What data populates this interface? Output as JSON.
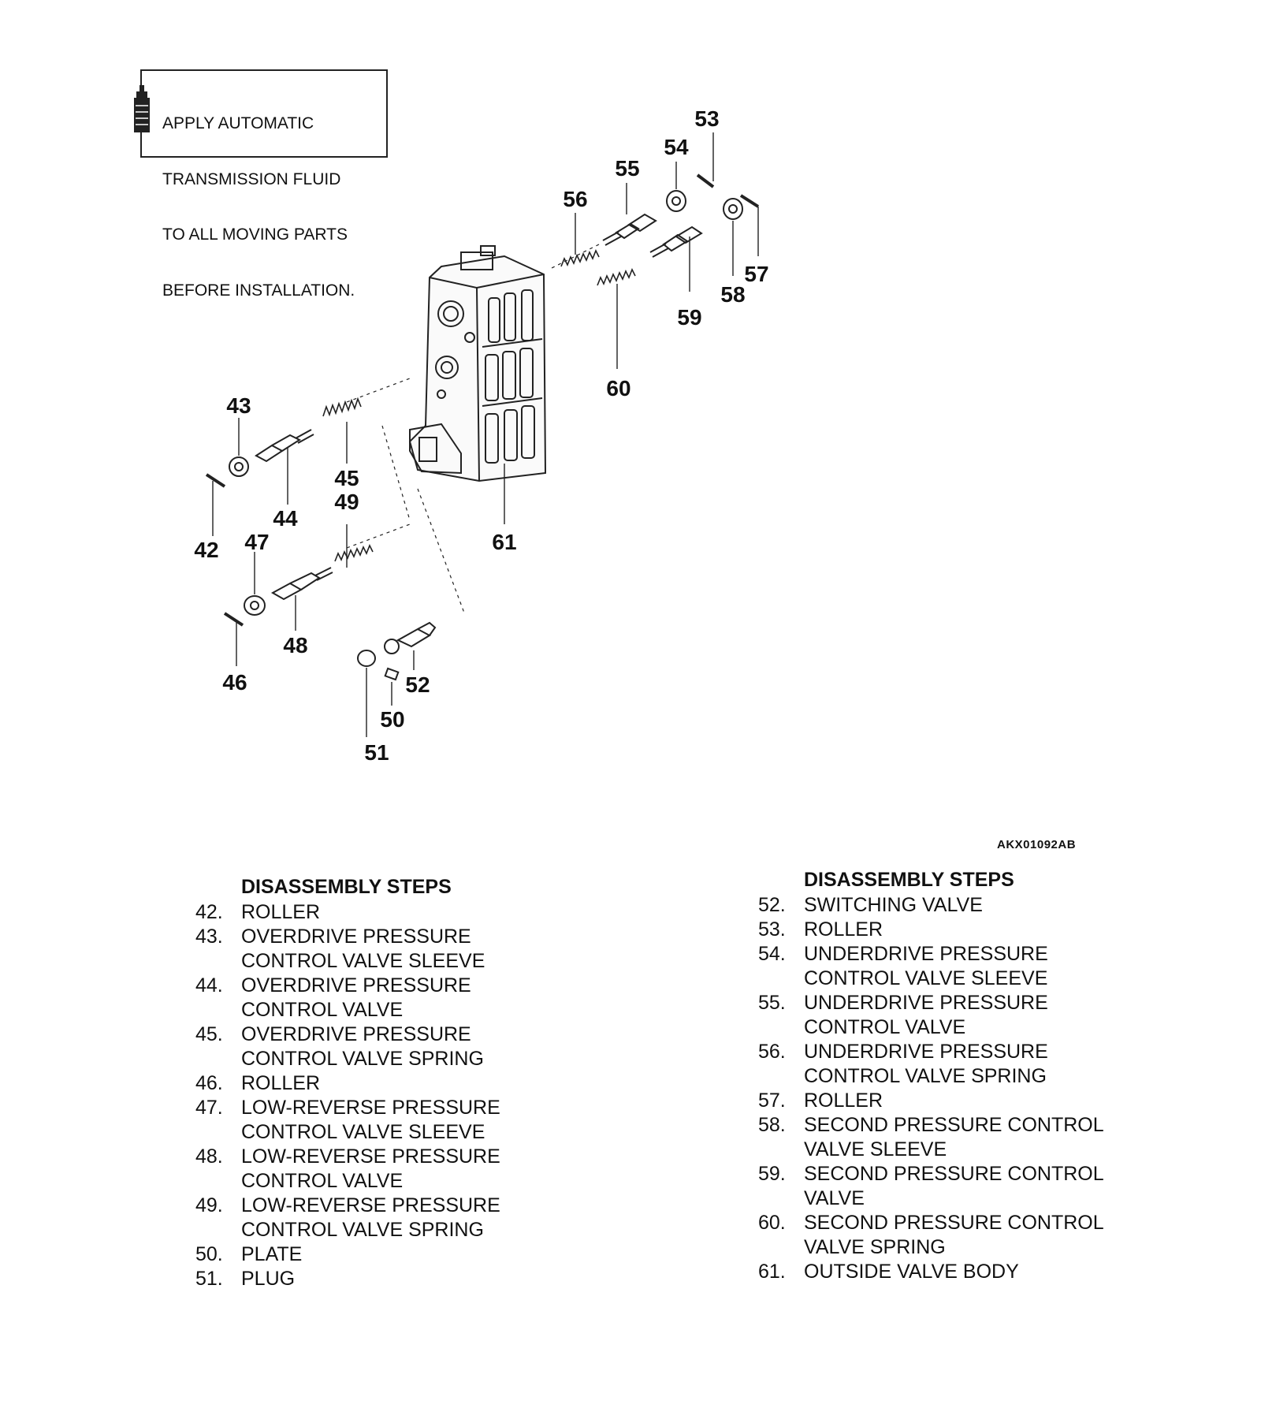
{
  "note": {
    "lines": [
      "APPLY AUTOMATIC",
      "TRANSMISSION FLUID",
      "TO ALL MOVING PARTS",
      "BEFORE INSTALLATION."
    ],
    "icon": "fluid-bottle-icon"
  },
  "figure_code": "AKX01092AB",
  "part_labels": [
    "42",
    "43",
    "44",
    "45",
    "46",
    "47",
    "48",
    "49",
    "50",
    "51",
    "52",
    "53",
    "54",
    "55",
    "56",
    "57",
    "58",
    "59",
    "60",
    "61"
  ],
  "left_steps": {
    "title": "DISASSEMBLY STEPS",
    "items": [
      {
        "num": "42.",
        "lines": [
          "ROLLER"
        ]
      },
      {
        "num": "43.",
        "lines": [
          "OVERDRIVE PRESSURE",
          "CONTROL VALVE SLEEVE"
        ]
      },
      {
        "num": "44.",
        "lines": [
          "OVERDRIVE PRESSURE",
          "CONTROL VALVE"
        ]
      },
      {
        "num": "45.",
        "lines": [
          "OVERDRIVE PRESSURE",
          "CONTROL VALVE SPRING"
        ]
      },
      {
        "num": "46.",
        "lines": [
          "ROLLER"
        ]
      },
      {
        "num": "47.",
        "lines": [
          "LOW-REVERSE PRESSURE",
          "CONTROL VALVE SLEEVE"
        ]
      },
      {
        "num": "48.",
        "lines": [
          "LOW-REVERSE PRESSURE",
          "CONTROL VALVE"
        ]
      },
      {
        "num": "49.",
        "lines": [
          "LOW-REVERSE PRESSURE",
          "CONTROL VALVE SPRING"
        ]
      },
      {
        "num": "50.",
        "lines": [
          "PLATE"
        ]
      },
      {
        "num": "51.",
        "lines": [
          "PLUG"
        ]
      }
    ]
  },
  "right_steps": {
    "title": "DISASSEMBLY STEPS",
    "items": [
      {
        "num": "52.",
        "lines": [
          "SWITCHING VALVE"
        ]
      },
      {
        "num": "53.",
        "lines": [
          "ROLLER"
        ]
      },
      {
        "num": "54.",
        "lines": [
          "UNDERDRIVE PRESSURE",
          "CONTROL VALVE SLEEVE"
        ]
      },
      {
        "num": "55.",
        "lines": [
          "UNDERDRIVE PRESSURE",
          "CONTROL VALVE"
        ]
      },
      {
        "num": "56.",
        "lines": [
          "UNDERDRIVE PRESSURE",
          "CONTROL VALVE SPRING"
        ]
      },
      {
        "num": "57.",
        "lines": [
          "ROLLER"
        ]
      },
      {
        "num": "58.",
        "lines": [
          "SECOND PRESSURE CONTROL",
          "VALVE SLEEVE"
        ]
      },
      {
        "num": "59.",
        "lines": [
          "SECOND PRESSURE CONTROL",
          "VALVE"
        ]
      },
      {
        "num": "60.",
        "lines": [
          "SECOND PRESSURE CONTROL",
          "VALVE SPRING"
        ]
      },
      {
        "num": "61.",
        "lines": [
          "OUTSIDE VALVE BODY"
        ]
      }
    ]
  }
}
